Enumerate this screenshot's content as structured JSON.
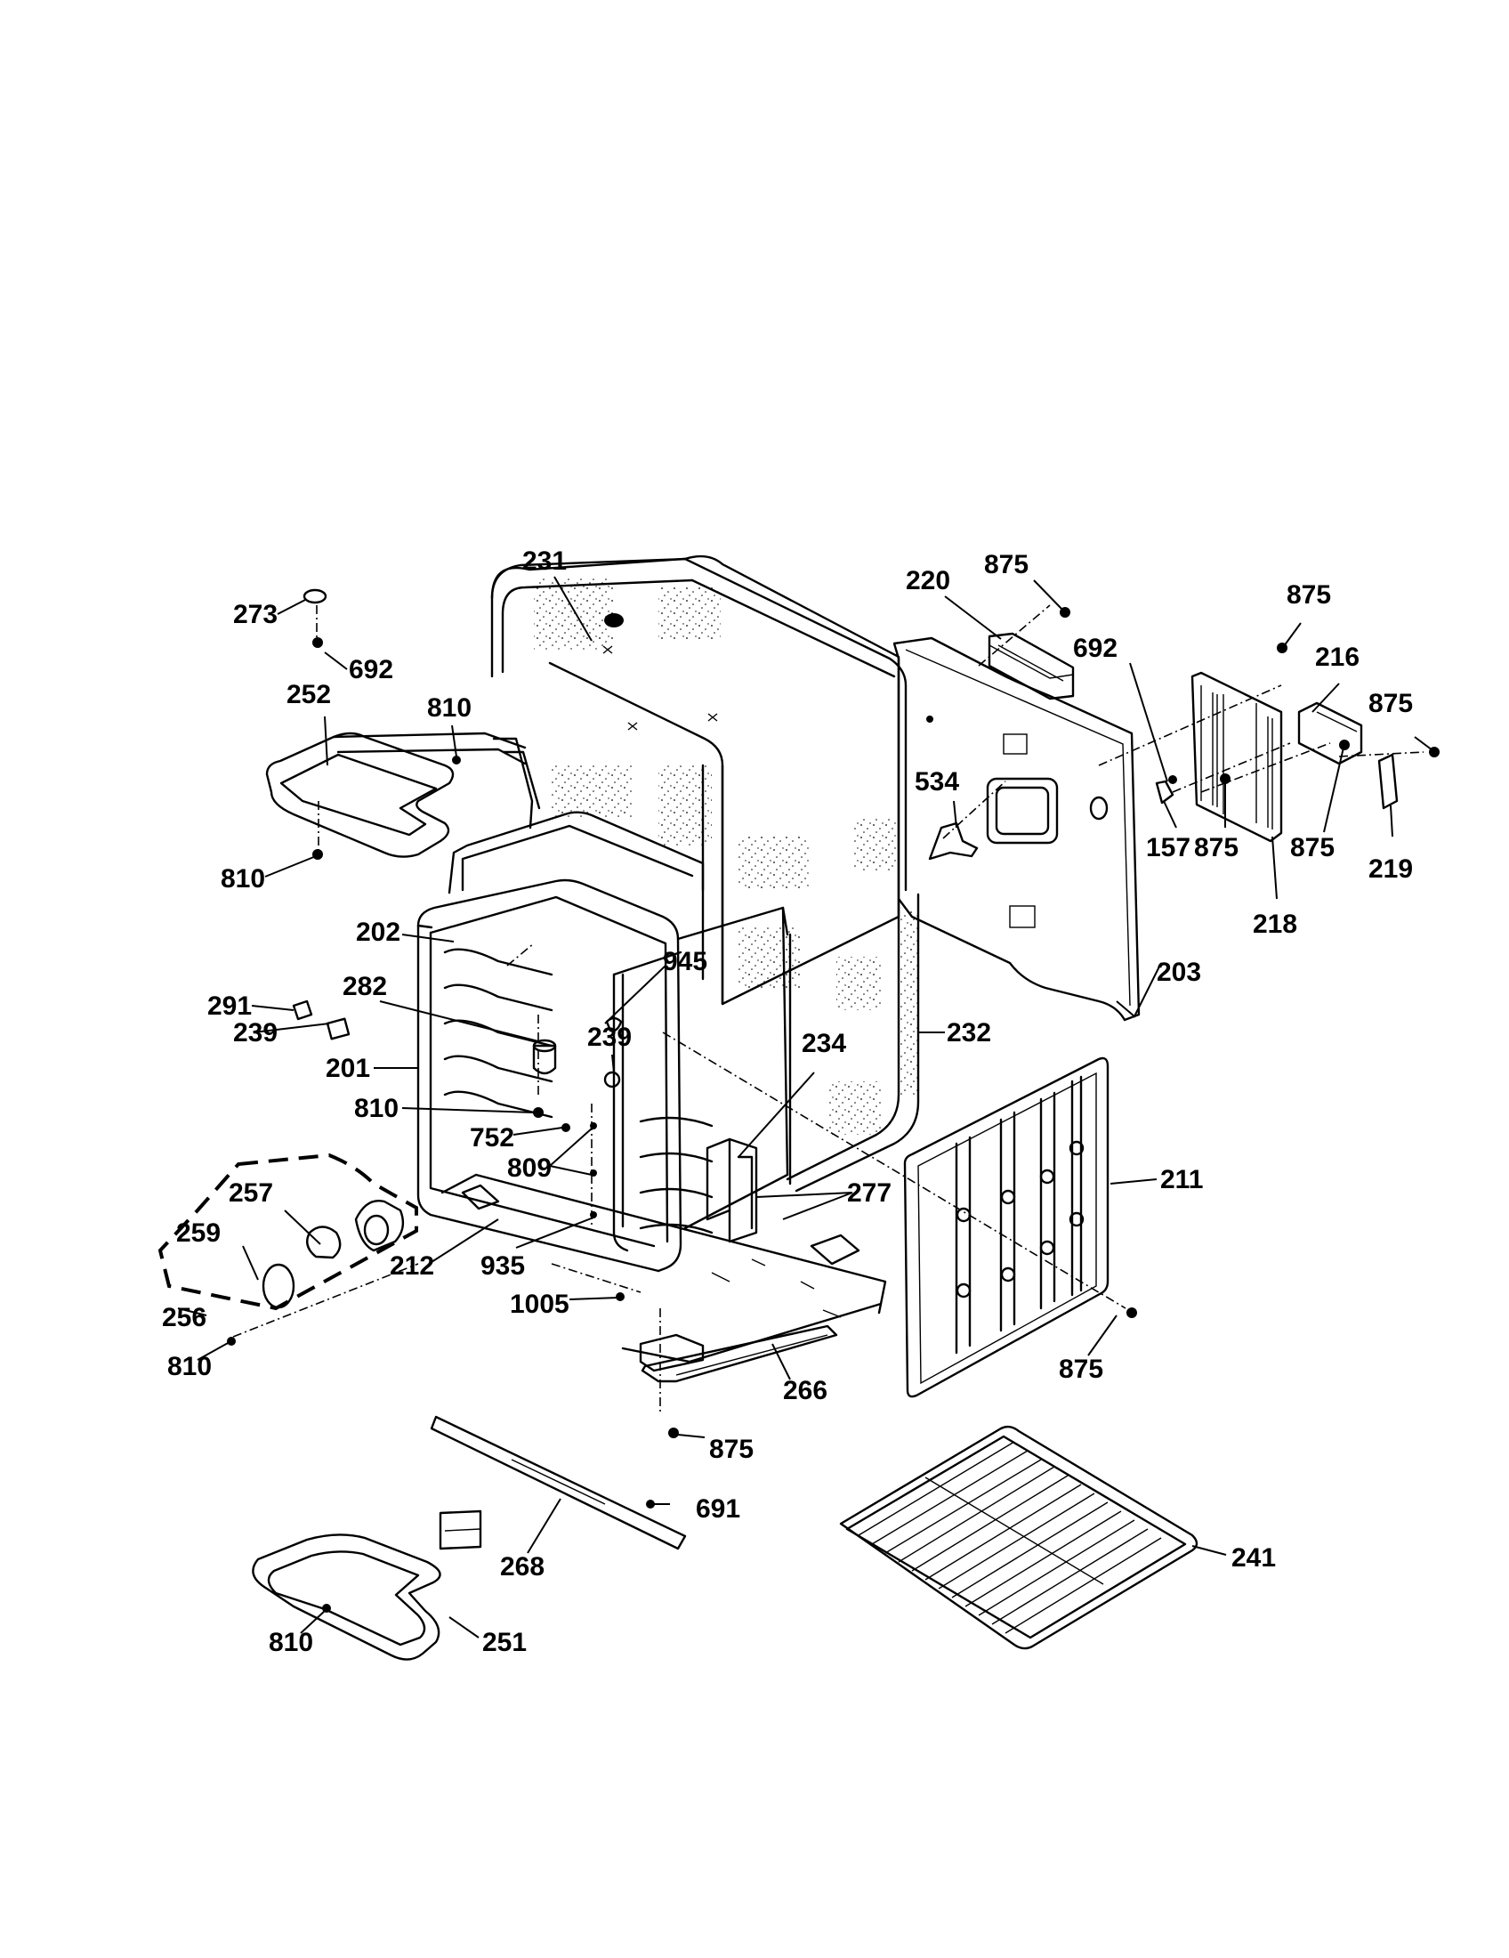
{
  "diagram": {
    "labels": [
      {
        "id": "l273",
        "text": "273"
      },
      {
        "id": "l692a",
        "text": "692"
      },
      {
        "id": "l231",
        "text": "231"
      },
      {
        "id": "l220",
        "text": "220"
      },
      {
        "id": "l875a",
        "text": "875"
      },
      {
        "id": "l875b",
        "text": "875"
      },
      {
        "id": "l216",
        "text": "216"
      },
      {
        "id": "l875c",
        "text": "875"
      },
      {
        "id": "l252",
        "text": "252"
      },
      {
        "id": "l810a",
        "text": "810"
      },
      {
        "id": "l692b",
        "text": "692"
      },
      {
        "id": "l534",
        "text": "534"
      },
      {
        "id": "l157",
        "text": "157"
      },
      {
        "id": "l875d",
        "text": "875"
      },
      {
        "id": "l875e",
        "text": "875"
      },
      {
        "id": "l219",
        "text": "219"
      },
      {
        "id": "l218",
        "text": "218"
      },
      {
        "id": "l810b",
        "text": "810"
      },
      {
        "id": "l202",
        "text": "202"
      },
      {
        "id": "l203",
        "text": "203"
      },
      {
        "id": "l291",
        "text": "291"
      },
      {
        "id": "l945",
        "text": "945"
      },
      {
        "id": "l282",
        "text": "282"
      },
      {
        "id": "l239a",
        "text": "239"
      },
      {
        "id": "l239b",
        "text": "239"
      },
      {
        "id": "l232",
        "text": "232"
      },
      {
        "id": "l234",
        "text": "234"
      },
      {
        "id": "l201",
        "text": "201"
      },
      {
        "id": "l810c",
        "text": "810"
      },
      {
        "id": "l752",
        "text": "752"
      },
      {
        "id": "l809",
        "text": "809"
      },
      {
        "id": "l211",
        "text": "211"
      },
      {
        "id": "l257",
        "text": "257"
      },
      {
        "id": "l277",
        "text": "277"
      },
      {
        "id": "l259",
        "text": "259"
      },
      {
        "id": "l212",
        "text": "212"
      },
      {
        "id": "l935",
        "text": "935"
      },
      {
        "id": "l1005",
        "text": "1005"
      },
      {
        "id": "l256",
        "text": "256"
      },
      {
        "id": "l810d",
        "text": "810"
      },
      {
        "id": "l875f",
        "text": "875"
      },
      {
        "id": "l266",
        "text": "266"
      },
      {
        "id": "l875g",
        "text": "875"
      },
      {
        "id": "l691",
        "text": "691"
      },
      {
        "id": "l241",
        "text": "241"
      },
      {
        "id": "l268",
        "text": "268"
      },
      {
        "id": "l810e",
        "text": "810"
      },
      {
        "id": "l251",
        "text": "251"
      }
    ]
  }
}
